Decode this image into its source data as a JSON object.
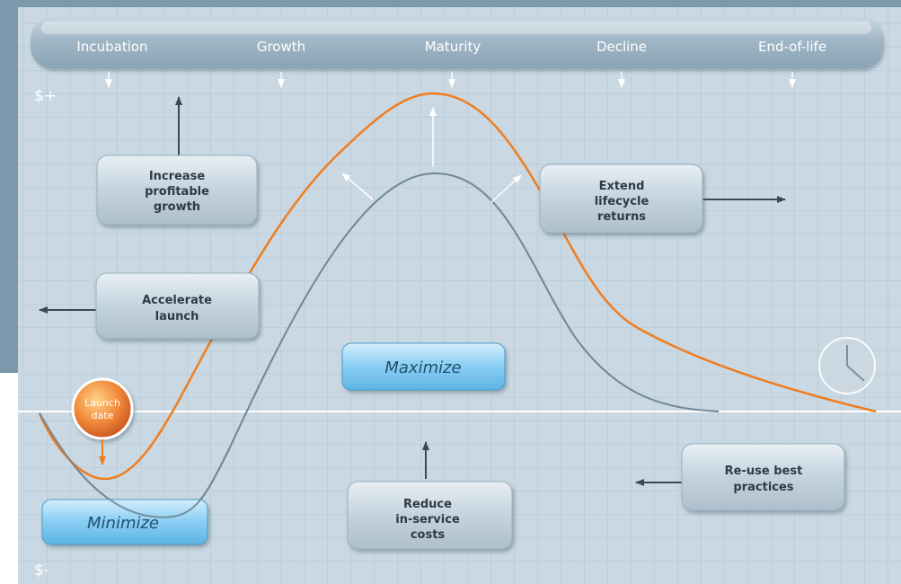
{
  "colors": {
    "background_dark": "#7b98ac",
    "panel": "#c9d8e2",
    "grid": "#b4c6d2",
    "revenue_curve": "#f07d1e",
    "cost_curve": "#6f8796",
    "highlight_box": "#6cbce8",
    "launch_badge": "#e8682a"
  },
  "phases": [
    {
      "label": "Incubation"
    },
    {
      "label": "Growth"
    },
    {
      "label": "Maturity"
    },
    {
      "label": "Decline"
    },
    {
      "label": "End-of-life"
    }
  ],
  "axis": {
    "plus_label": "$+",
    "minus_label": "$-"
  },
  "boxes": {
    "increase": {
      "line1": "Increase",
      "line2": "profitable",
      "line3": "growth"
    },
    "accelerate": {
      "line1": "Accelerate",
      "line2": "launch"
    },
    "extend": {
      "line1": "Extend",
      "line2": "lifecycle",
      "line3": "returns"
    },
    "maximize": {
      "label": "Maximize"
    },
    "minimize": {
      "label": "Minimize"
    },
    "reduce": {
      "line1": "Reduce",
      "line2": "in-service",
      "line3": "costs"
    },
    "reuse": {
      "line1": "Re-use best",
      "line2": "practices"
    }
  },
  "launch": {
    "line1": "Launch",
    "line2": "date"
  },
  "icons": {
    "clock": "clock-icon"
  }
}
